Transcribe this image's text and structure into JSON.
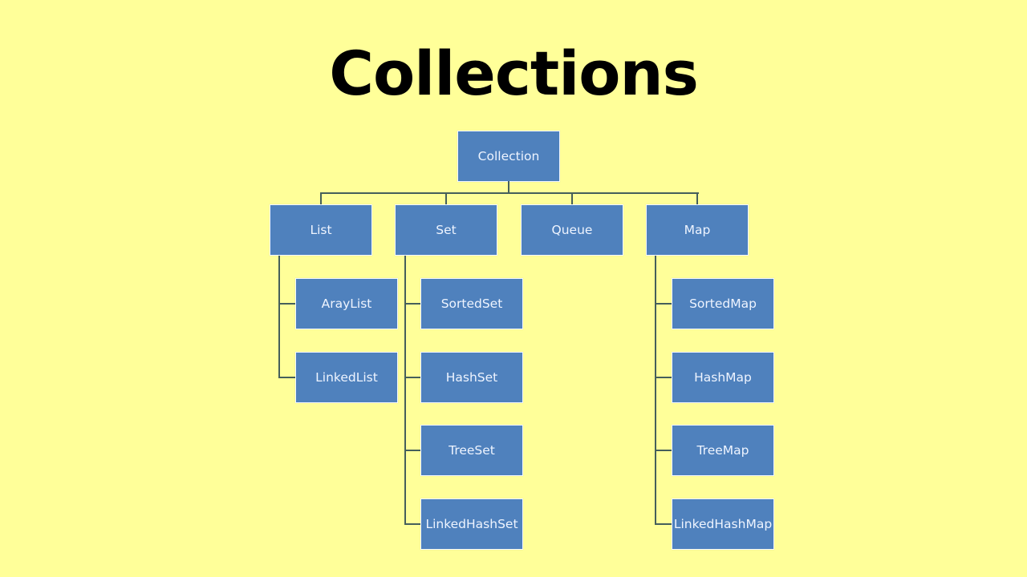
{
  "title": "Collections",
  "colors": {
    "background": "#FFFF99",
    "node_fill": "#4F81BD",
    "node_text": "#EEF4FF",
    "connector": "#455F5B"
  },
  "root": {
    "label": "Collection"
  },
  "branches": [
    {
      "label": "List",
      "children": [
        "ArayList",
        "LinkedList"
      ]
    },
    {
      "label": "Set",
      "children": [
        "SortedSet",
        "HashSet",
        "TreeSet",
        "LinkedHashSet"
      ]
    },
    {
      "label": "Queue",
      "children": []
    },
    {
      "label": "Map",
      "children": [
        "SortedMap",
        "HashMap",
        "TreeMap",
        "LinkedHashMap"
      ]
    }
  ]
}
